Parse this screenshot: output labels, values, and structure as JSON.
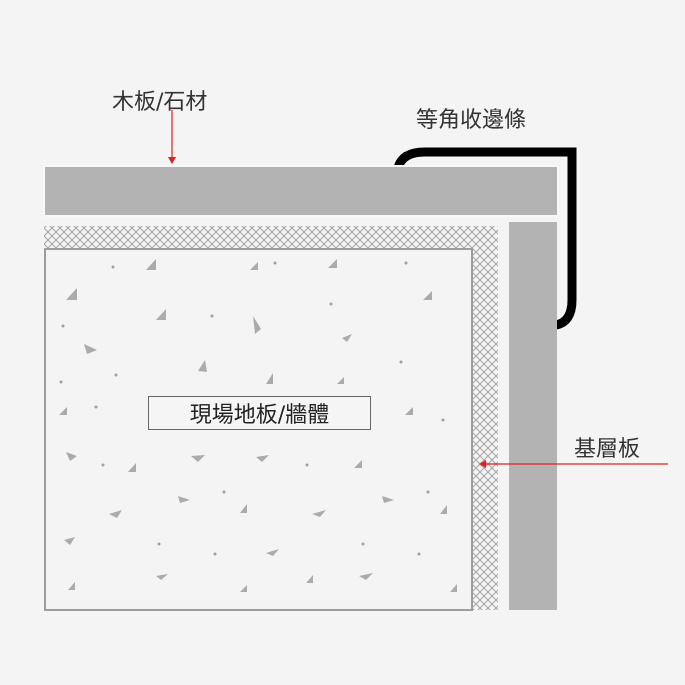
{
  "diagram": {
    "labels": {
      "top_board": "木板/石材",
      "angle_trim": "等角收邊條",
      "site_floor": "現場地板/牆體",
      "substrate": "基層板"
    },
    "colors": {
      "background": "#f4f4f4",
      "board": "#b3b3b3",
      "trim": "#000000",
      "hatch": "#a0a0a0",
      "aggregate": "#a9a9a9",
      "arrow": "#e0201c",
      "outline": "#9c9c9c"
    }
  }
}
